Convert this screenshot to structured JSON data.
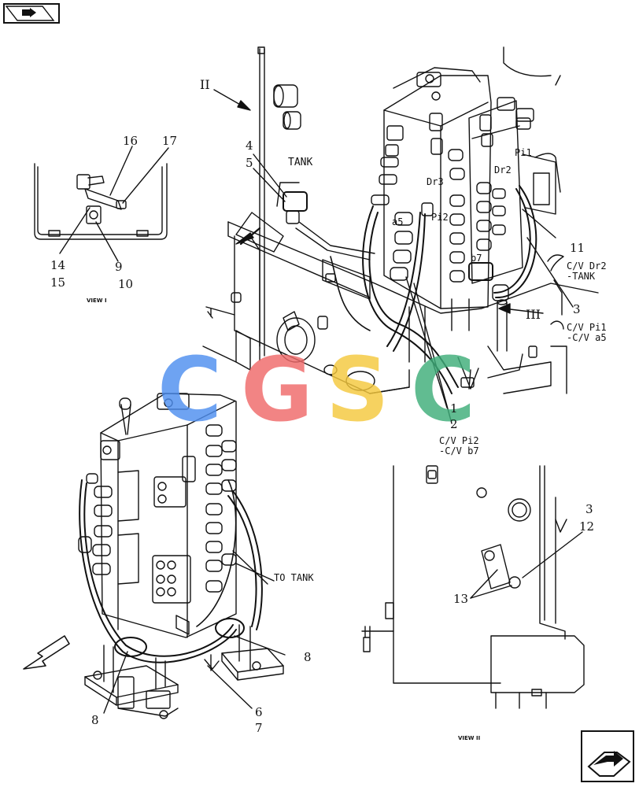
{
  "nav": {
    "prev_icon": "folder-arrow-icon",
    "next_icon": "page-turn-arrow-icon"
  },
  "labels": {
    "tank": "TANK",
    "to_tank": "TO TANK",
    "view_i": "VIEW I",
    "view_ii": "VIEW II",
    "view_marker_ii_top": "II",
    "view_marker_iii": "III",
    "dr2": "C/V Dr2\n-TANK",
    "pi1": "C/V Pi1\n-C/V a5",
    "pi2": "C/V Pi2\n-C/V b7",
    "port_dr3": "Dr3",
    "port_dr2": "Dr2",
    "port_pi1": "Pi1",
    "port_pi2": "Pi2",
    "port_a5": "a5",
    "port_b7": "b7"
  },
  "callouts": {
    "c16": "16",
    "c17": "17",
    "c14": "14",
    "c15": "15",
    "c9": "9",
    "c10": "10",
    "c4": "4",
    "c5": "5",
    "c11": "11",
    "c3a": "3",
    "c1": "1",
    "c2": "2",
    "c3b": "3",
    "c12": "12",
    "c13": "13",
    "c8a": "8",
    "c8b": "8",
    "c6": "6",
    "c7": "7"
  },
  "watermark": {
    "letters": [
      "C",
      "G",
      "S",
      "C"
    ],
    "colors": [
      "#4f8ff0",
      "#f06a6a",
      "#f5c93e",
      "#3fae7a"
    ]
  }
}
